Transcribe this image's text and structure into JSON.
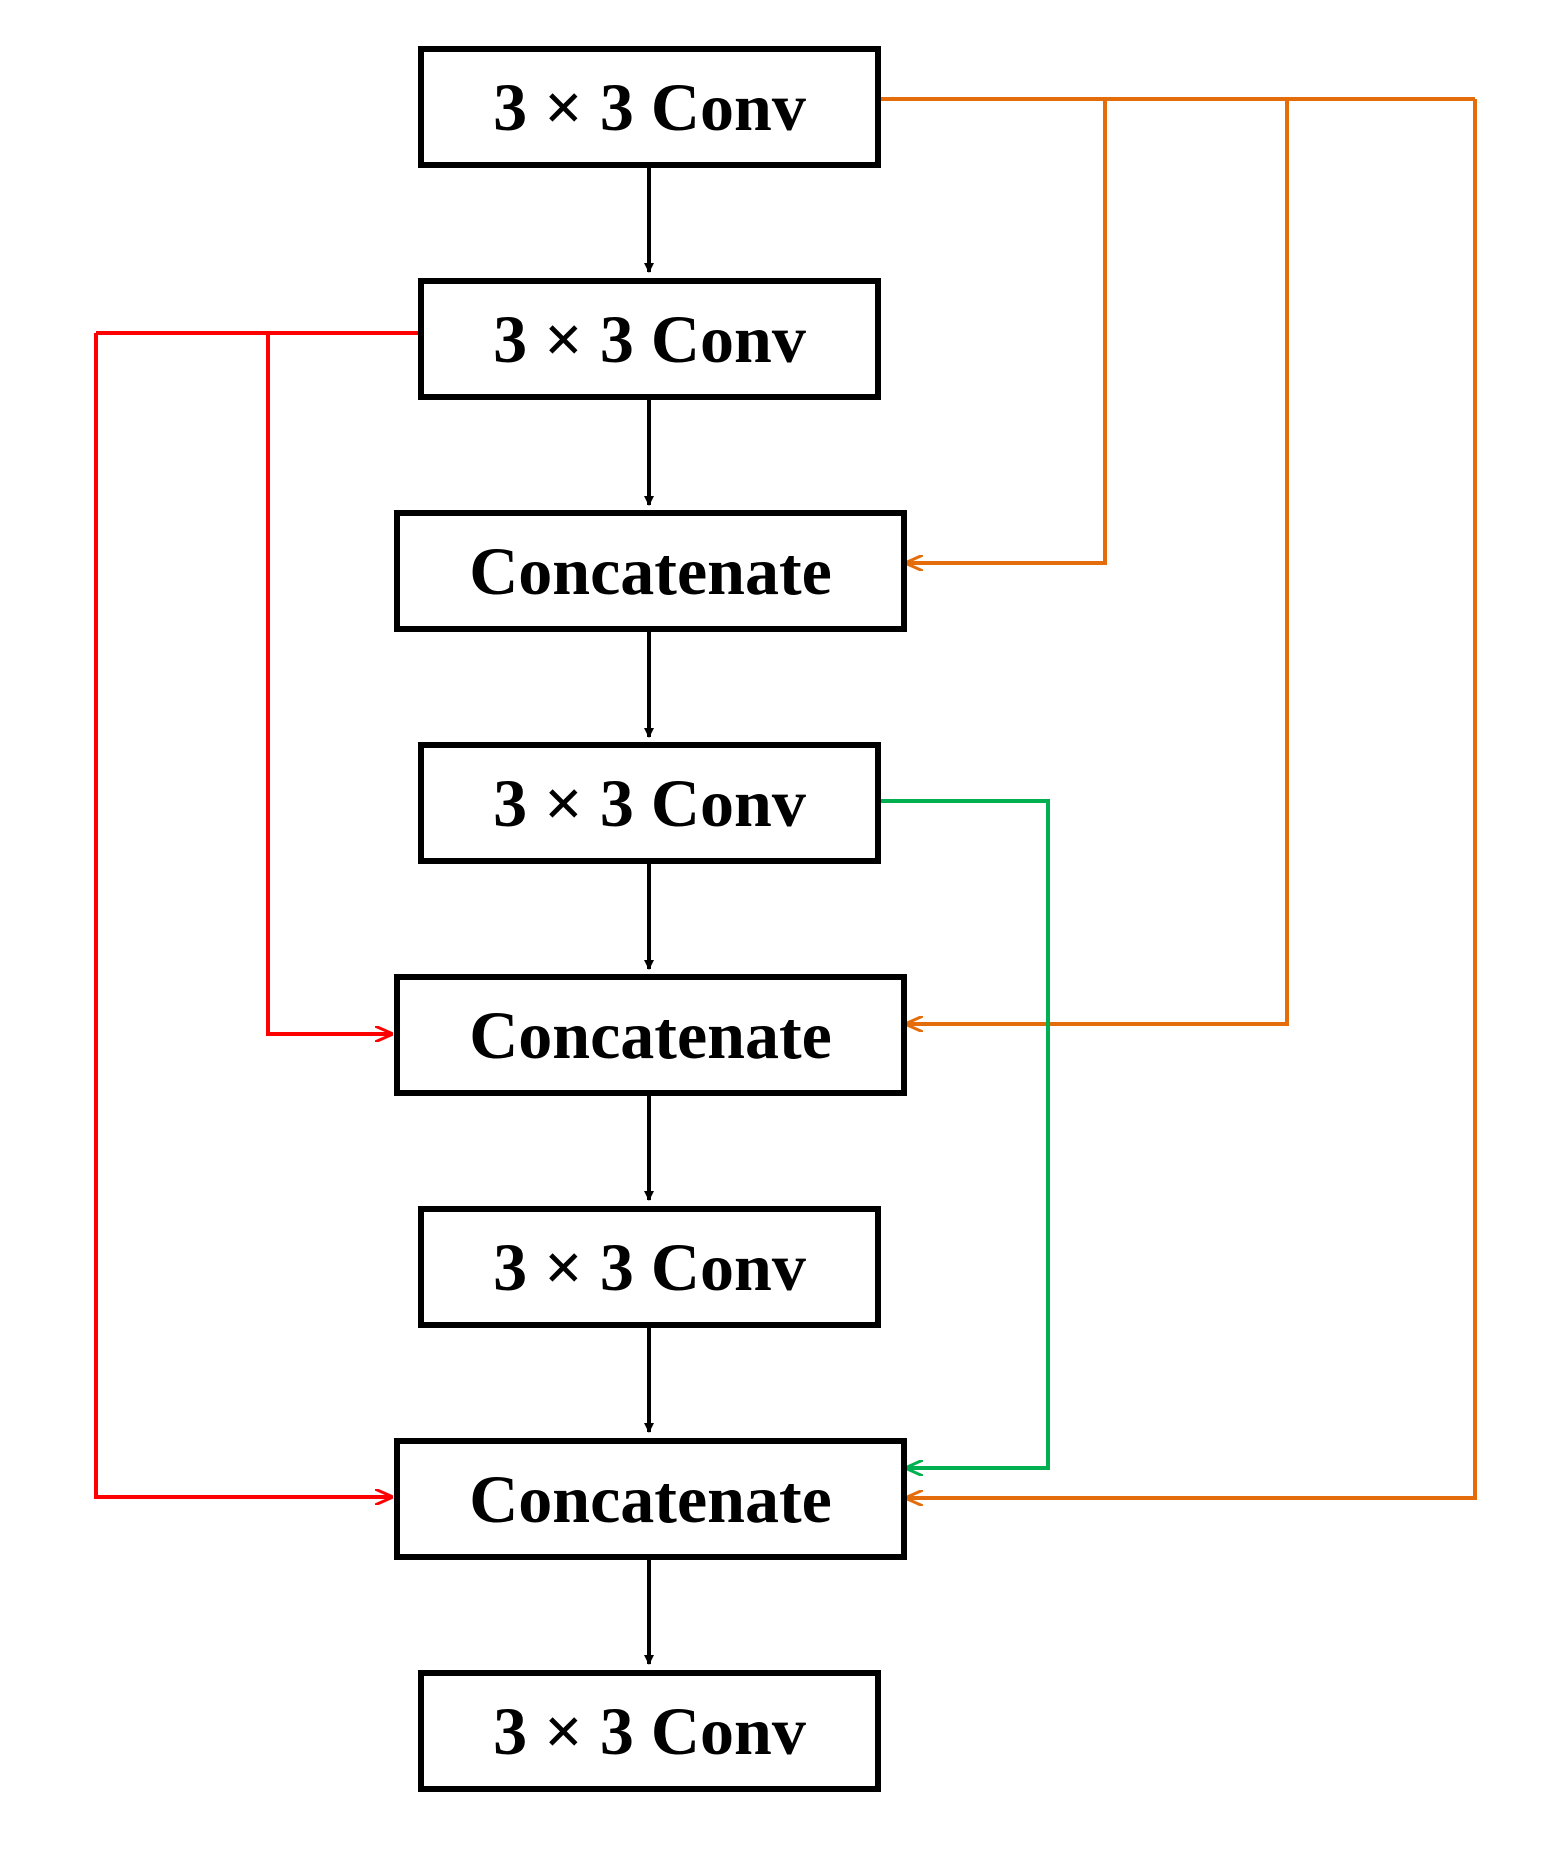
{
  "nodes": [
    {
      "id": "conv1",
      "label": "3 × 3 Conv"
    },
    {
      "id": "conv2",
      "label": "3 × 3 Conv"
    },
    {
      "id": "concat1",
      "label": "Concatenate"
    },
    {
      "id": "conv3",
      "label": "3 × 3 Conv"
    },
    {
      "id": "concat2",
      "label": "Concatenate"
    },
    {
      "id": "conv4",
      "label": "3 × 3 Conv"
    },
    {
      "id": "concat3",
      "label": "Concatenate"
    },
    {
      "id": "conv5",
      "label": "3 × 3 Conv"
    }
  ],
  "edges": [
    {
      "from": "conv1",
      "to": "conv2",
      "color": "#000000"
    },
    {
      "from": "conv2",
      "to": "concat1",
      "color": "#000000"
    },
    {
      "from": "concat1",
      "to": "conv3",
      "color": "#000000"
    },
    {
      "from": "conv3",
      "to": "concat2",
      "color": "#000000"
    },
    {
      "from": "concat2",
      "to": "conv4",
      "color": "#000000"
    },
    {
      "from": "conv4",
      "to": "concat3",
      "color": "#000000"
    },
    {
      "from": "concat3",
      "to": "conv5",
      "color": "#000000"
    },
    {
      "from": "conv1",
      "to": "concat1",
      "color": "#E46C0A"
    },
    {
      "from": "conv1",
      "to": "concat2",
      "color": "#E46C0A"
    },
    {
      "from": "conv1",
      "to": "concat3",
      "color": "#E46C0A"
    },
    {
      "from": "conv2",
      "to": "concat2",
      "color": "#FF0000"
    },
    {
      "from": "conv2",
      "to": "concat3",
      "color": "#FF0000"
    },
    {
      "from": "conv3",
      "to": "concat3",
      "color": "#00B050"
    }
  ],
  "colors": {
    "skip_from_first_conv": "#E46C0A",
    "skip_from_second_conv": "#FF0000",
    "skip_from_third_conv": "#00B050",
    "main_flow": "#000000"
  }
}
